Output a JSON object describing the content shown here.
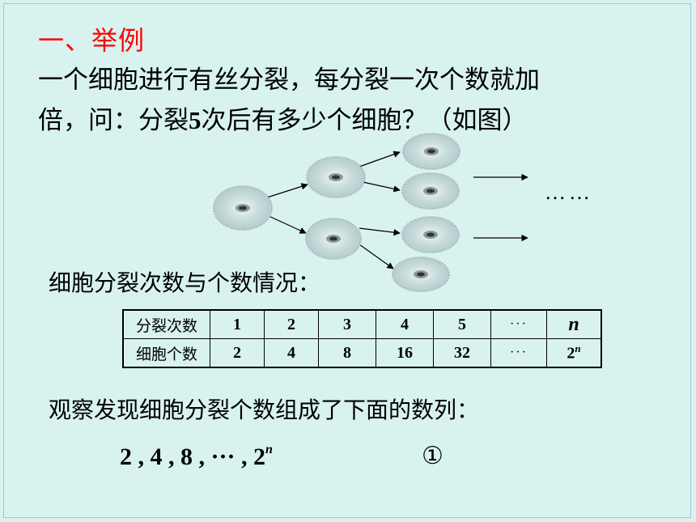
{
  "title": "一、举例",
  "problem": {
    "line1": "一个细胞进行有丝分裂，每分裂一次个数就加",
    "line2_a": "倍，问：分裂",
    "line2_num": "5",
    "line2_b": "次后有多少个细胞？（如图）"
  },
  "diagram": {
    "ellipsis": "……"
  },
  "table_caption": "细胞分裂次数与个数情况：",
  "table": {
    "row1_header": "分裂次数",
    "row1": [
      "1",
      "2",
      "3",
      "4",
      "5",
      "···",
      "n"
    ],
    "row2_header": "细胞个数",
    "row2": [
      "2",
      "4",
      "8",
      "16",
      "32",
      "···"
    ],
    "row2_last_base": "2",
    "row2_last_exp": "n"
  },
  "observation": "观察发现细胞分裂个数组成了下面的数列：",
  "sequence": {
    "text": "2 , 4 , 8 , ··· , 2",
    "exp": "n",
    "marker": "①"
  }
}
